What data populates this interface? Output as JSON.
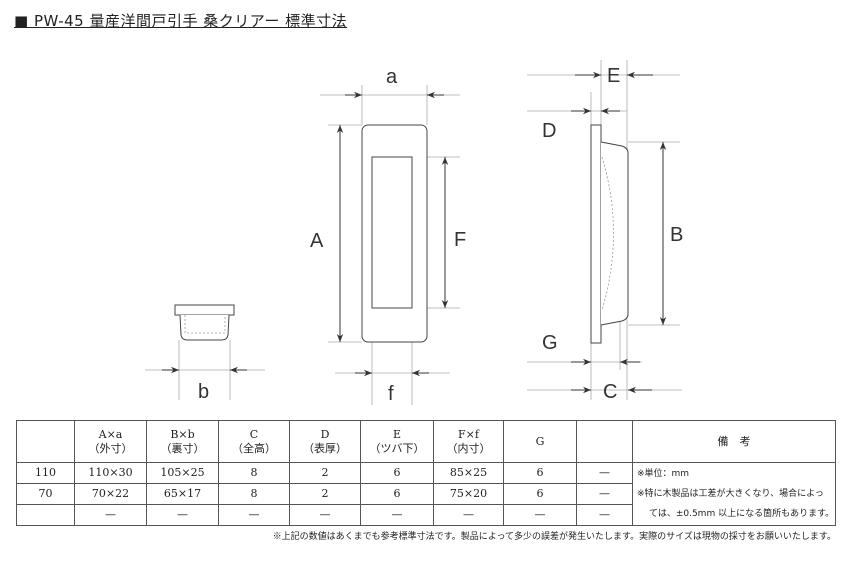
{
  "title": "■ PW-45 量産洋間戸引手 桑クリアー 標準寸法",
  "labels": {
    "a": "a",
    "A": "A",
    "F": "F",
    "f": "f",
    "b": "b",
    "E": "E",
    "D": "D",
    "B": "B",
    "G": "G",
    "C": "C"
  },
  "table": {
    "headers": [
      {
        "l1": "",
        "l2": ""
      },
      {
        "l1": "A×a",
        "l2": "（外寸）"
      },
      {
        "l1": "B×b",
        "l2": "（裏寸）"
      },
      {
        "l1": "C",
        "l2": "（全高）"
      },
      {
        "l1": "D",
        "l2": "（表厚）"
      },
      {
        "l1": "E",
        "l2": "（ツバ下）"
      },
      {
        "l1": "F×f",
        "l2": "（内寸）"
      },
      {
        "l1": "G",
        "l2": ""
      },
      {
        "l1": "",
        "l2": ""
      }
    ],
    "remarks_header": "備　考",
    "rows": [
      [
        "110",
        "110×30",
        "105×25",
        "8",
        "2",
        "6",
        "85×25",
        "6",
        "—"
      ],
      [
        "70",
        "70×22",
        "65×17",
        "8",
        "2",
        "6",
        "75×20",
        "6",
        "—"
      ],
      [
        "",
        "—",
        "—",
        "—",
        "—",
        "—",
        "—",
        "—",
        "—"
      ]
    ],
    "remarks": [
      "※単位：mm",
      "※特に木製品は工差が大きくなり、場合によっ",
      "ては、±0.5mm 以上になる箇所もあります。"
    ]
  },
  "footnote": "※上記の数値はあくまでも参考標準寸法です。製品によって多少の誤差が発生いたします。実際のサイズは現物の採寸をお願いいたします。"
}
